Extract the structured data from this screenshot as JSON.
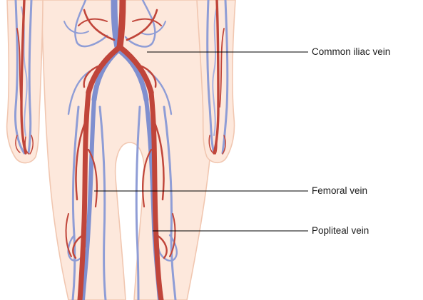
{
  "labels": {
    "common_iliac": "Common iliac vein",
    "femoral": "Femoral vein",
    "popliteal": "Popliteal vein"
  },
  "colors": {
    "skin_fill": "#fde8dc",
    "skin_outline": "#f1c7b1",
    "artery": "#c0453a",
    "artery_dark": "#9a2f27",
    "vein": "#7f8fcf",
    "vein_light": "#b3bde6",
    "leader_line": "#000000"
  }
}
